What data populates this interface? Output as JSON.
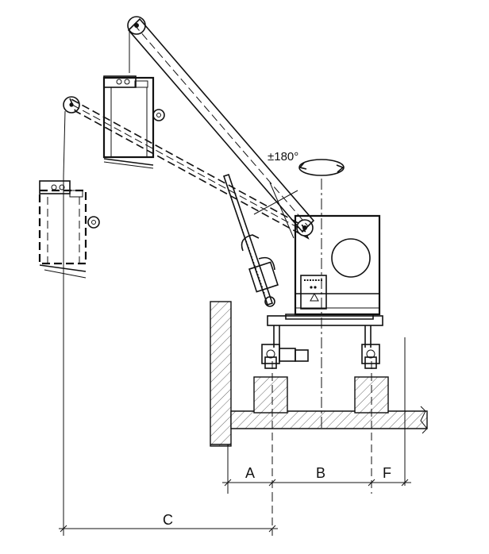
{
  "rotation_label": "±180°",
  "dimensions": {
    "a": "A",
    "b": "B",
    "f": "F",
    "c": "C"
  },
  "icons": [
    "rotation-arrow-icon",
    "pulley-icon",
    "control-box-icon",
    "warning-triangle-icon"
  ]
}
